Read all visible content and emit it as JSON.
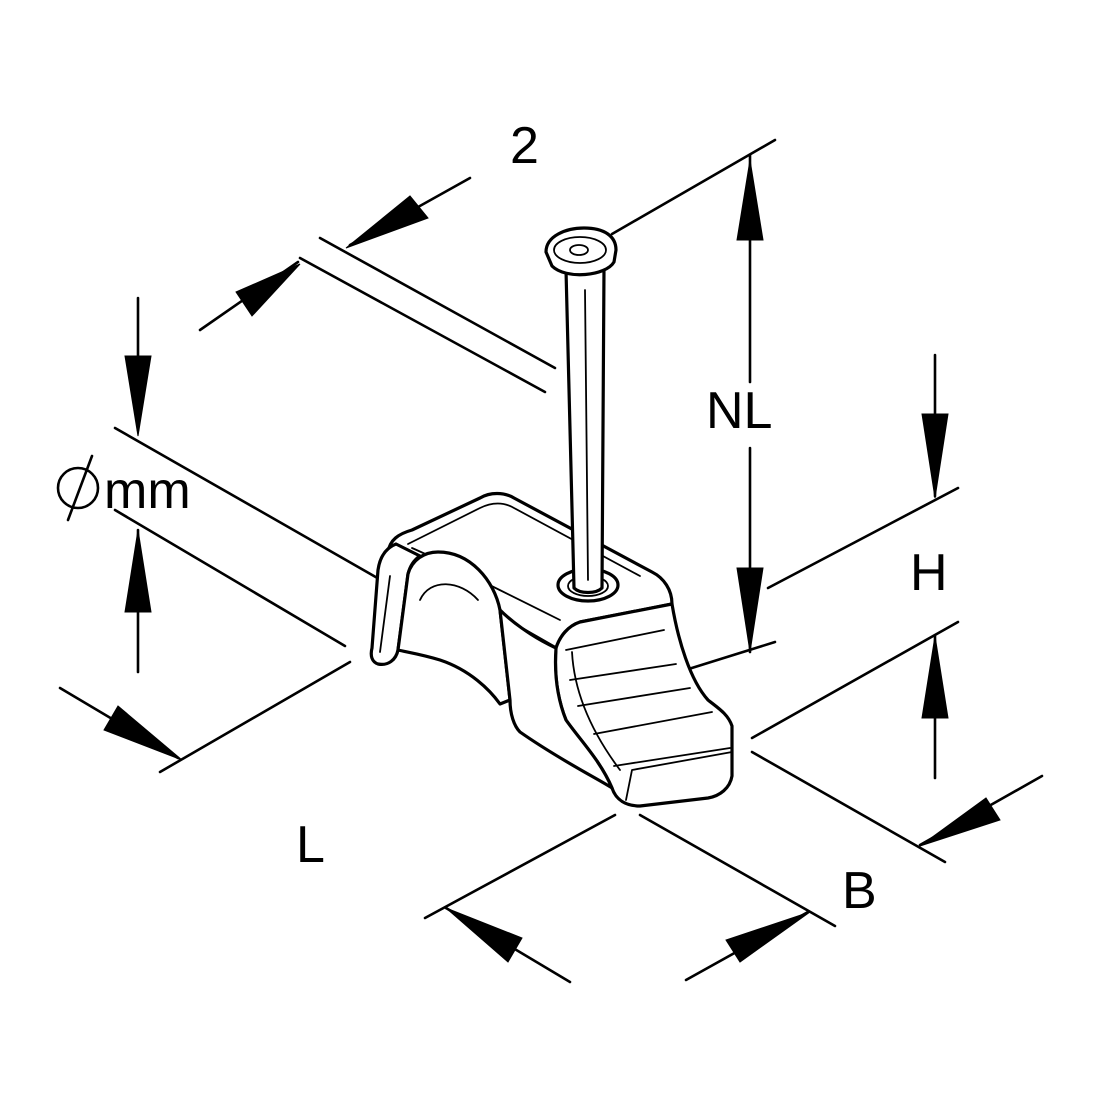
{
  "labels": {
    "nail_spacing": "2",
    "nail_length": "NL",
    "diameter": "mm",
    "height": "H",
    "length": "L",
    "width": "B"
  }
}
